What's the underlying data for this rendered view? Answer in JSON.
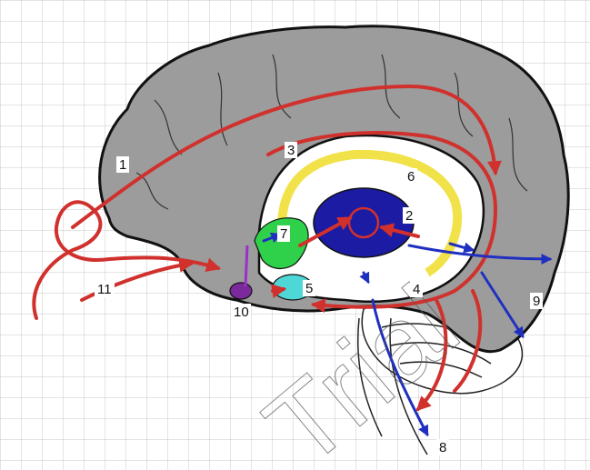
{
  "labels": [
    "1",
    "2",
    "3",
    "4",
    "5",
    "6",
    "7",
    "8",
    "9",
    "10",
    "11"
  ],
  "colors": {
    "brain_fill": "#9c9c9c",
    "outline": "#111111",
    "pathway_red": "#d0312d",
    "pathway_blue": "#1f2fbf",
    "thalamus": "#1b1ba3",
    "fornix_yellow": "#f2e24a",
    "green_structure": "#2fd14a",
    "cyan_structure": "#4fd6d6",
    "purple_structure": "#7a2a9a",
    "grid": "#c8c8c8"
  },
  "watermark_text": "Trial"
}
